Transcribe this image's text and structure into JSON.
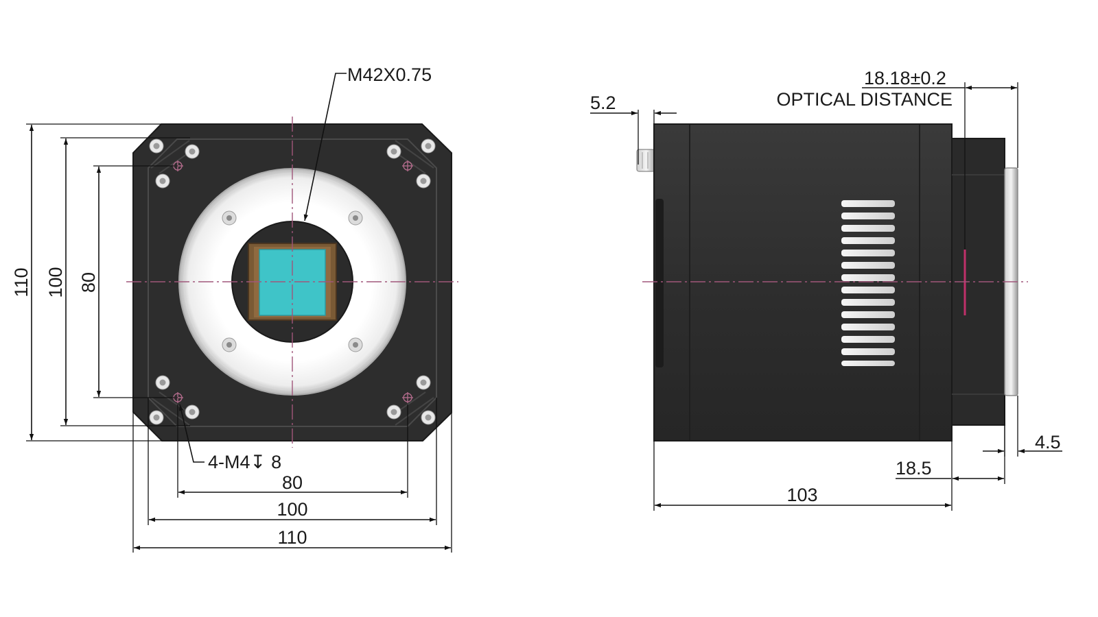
{
  "front_view": {
    "thread_callout": "M42X0.75",
    "hole_callout_prefix": "4-M4",
    "hole_callout_depth_symbol": "↧",
    "hole_callout_depth": "8",
    "dim_height_outer": "110",
    "dim_height_mid": "100",
    "dim_height_inner": "80",
    "dim_width_inner": "80",
    "dim_width_mid": "100",
    "dim_width_outer": "110"
  },
  "side_view": {
    "connector_dim": "5.2",
    "optical_distance_value": "18.18±0.2",
    "optical_distance_label": "OPTICAL DISTANCE",
    "flange_dim": "4.5",
    "mount_dim": "18.5",
    "body_length": "103"
  },
  "colors": {
    "body": "#2f2f2f",
    "body_edge": "#1c1c1c",
    "sensor": "#3fc4c8",
    "sensor_frame": "#7a5a35",
    "mount_ring": "#f2f2f2",
    "center_line": "#a0567a",
    "optical_marker": "#c0306a"
  }
}
